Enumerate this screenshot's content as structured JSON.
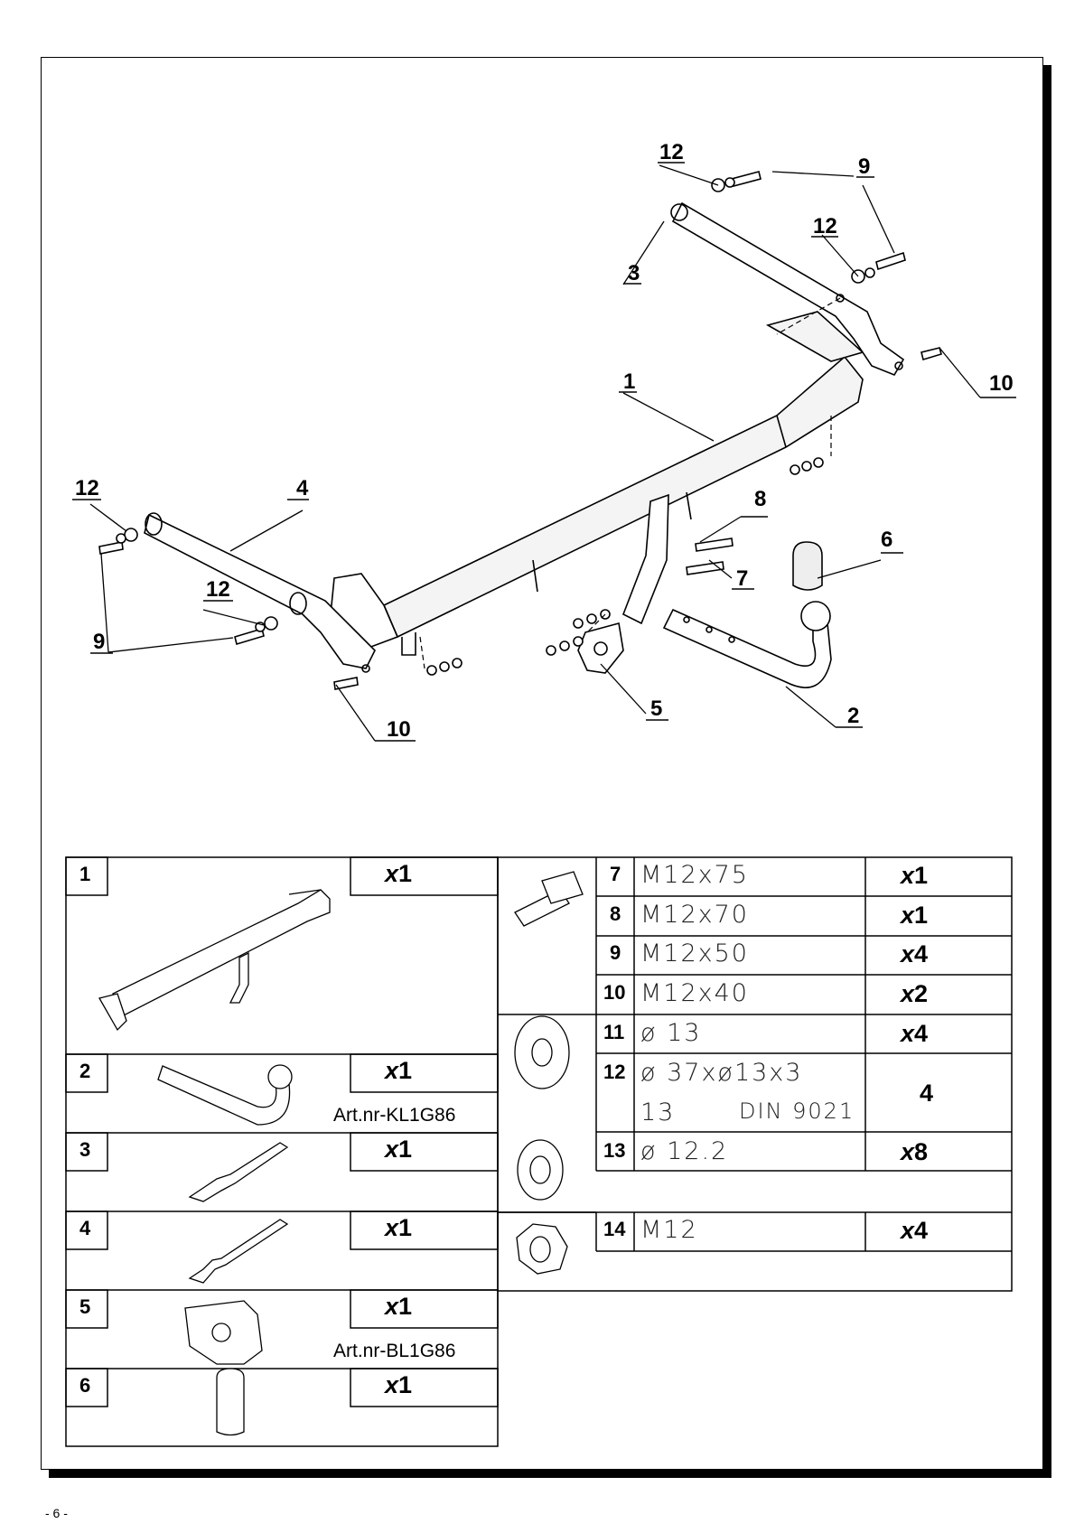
{
  "page_number": "- 6 -",
  "callouts": {
    "c1": "1",
    "c2": "2",
    "c3": "3",
    "c4": "4",
    "c5": "5",
    "c6": "6",
    "c7": "7",
    "c8": "8",
    "c9a": "9",
    "c9b": "9",
    "c10a": "10",
    "c10b": "10",
    "c12a": "12",
    "c12b": "12",
    "c12c": "12",
    "c12d": "12"
  },
  "parts": [
    {
      "num": "1",
      "qty_x": "x",
      "qty": "1"
    },
    {
      "num": "2",
      "qty_x": "x",
      "qty": "1",
      "art": "Art.nr-KL1G86"
    },
    {
      "num": "3",
      "qty_x": "x",
      "qty": "1"
    },
    {
      "num": "4",
      "qty_x": "x",
      "qty": "1"
    },
    {
      "num": "5",
      "qty_x": "x",
      "qty": "1",
      "art": "Art.nr-BL1G86"
    },
    {
      "num": "6",
      "qty_x": "x",
      "qty": "1"
    }
  ],
  "hardware": [
    {
      "num": "7",
      "spec": "M12x75",
      "qty_x": "x",
      "qty": "1"
    },
    {
      "num": "8",
      "spec": "M12x70",
      "qty_x": "x",
      "qty": "1"
    },
    {
      "num": "9",
      "spec": "M12x50",
      "qty_x": "x",
      "qty": "4"
    },
    {
      "num": "10",
      "spec": "M12x40",
      "qty_x": "x",
      "qty": "2"
    },
    {
      "num": "11",
      "spec": "ø 13",
      "qty_x": "x",
      "qty": "4"
    },
    {
      "num": "12",
      "spec": "ø 37xø13x3",
      "spec2": "13",
      "spec3": "DIN 9021",
      "qty": "4"
    },
    {
      "num": "13",
      "spec": "ø 12.2",
      "qty_x": "x",
      "qty": "8"
    },
    {
      "num": "14",
      "spec": "M12",
      "qty_x": "x",
      "qty": "4"
    }
  ]
}
